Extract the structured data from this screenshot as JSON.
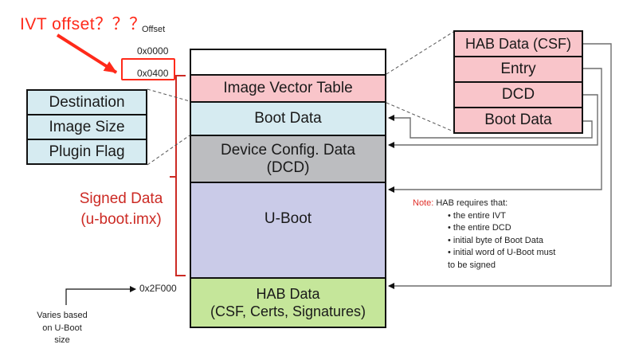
{
  "annotation": {
    "title": "IVT offset？？？",
    "color": "#ff2a1a"
  },
  "offsets": {
    "header": "Offset",
    "items": [
      "0x0000",
      "0x0400",
      "0x2F000"
    ]
  },
  "memory_blocks": [
    {
      "id": "reserved",
      "label": "",
      "color": "#ffffff"
    },
    {
      "id": "ivt",
      "label": "Image Vector Table",
      "color": "#f9c5ca"
    },
    {
      "id": "boot-data",
      "label": "Boot Data",
      "color": "#d6ebf1"
    },
    {
      "id": "dcd",
      "label": "Device Config. Data (DCD)",
      "label_lines": [
        "Device Config. Data",
        "(DCD)"
      ],
      "color": "#bcbdc0"
    },
    {
      "id": "u-boot",
      "label": "U-Boot",
      "color": "#cacbe8"
    },
    {
      "id": "hab-data",
      "label": "HAB Data (CSF, Certs, Signatures)",
      "label_lines": [
        "HAB Data",
        "(CSF, Certs, Signatures)"
      ],
      "color": "#c5e69a"
    }
  ],
  "boot_data_detail": {
    "color": "#d6ebf1",
    "items": [
      "Destination",
      "Image Size",
      "Plugin Flag"
    ]
  },
  "ivt_detail": {
    "color": "#f9c5ca",
    "items": [
      "HAB Data (CSF)",
      "Entry",
      "DCD",
      "Boot Data"
    ]
  },
  "signed_region": {
    "label_lines": [
      "Signed Data",
      "(u-boot.imx)"
    ],
    "color": "#cc2a24"
  },
  "note": {
    "prefix": "Note:",
    "text": "HAB requires that:",
    "bullets": [
      "• the entire IVT",
      "• the entire DCD",
      "• initial byte of Boot Data",
      "• initial word of U-Boot must"
    ],
    "trailer": "to be signed",
    "prefix_color": "#e0302a"
  },
  "varies_note": {
    "lines": [
      "Varies based",
      "on U-Boot",
      "size"
    ]
  }
}
